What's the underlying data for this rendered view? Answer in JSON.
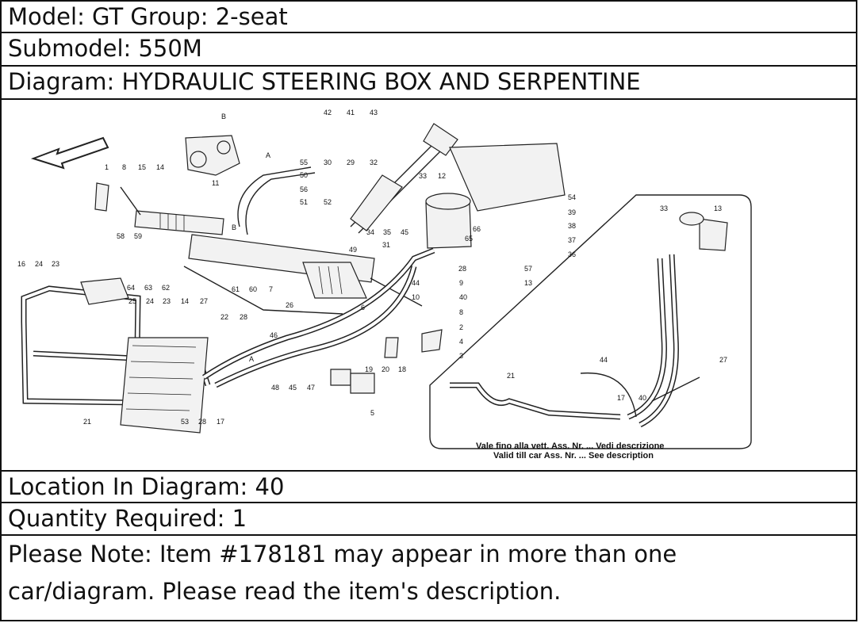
{
  "header": {
    "model": "Model: GT Group: 2-seat",
    "submodel": "Submodel: 550M",
    "diagram": "Diagram: HYDRAULIC STEERING BOX AND SERPENTINE"
  },
  "diagram": {
    "callouts": [
      "1",
      "8",
      "15",
      "14",
      "11",
      "B",
      "A",
      "55",
      "50",
      "56",
      "51",
      "52",
      "30",
      "29",
      "32",
      "33",
      "12",
      "42",
      "41",
      "43",
      "54",
      "39",
      "38",
      "37",
      "36",
      "58",
      "59",
      "64",
      "63",
      "62",
      "61",
      "60",
      "7",
      "49",
      "34",
      "35",
      "45",
      "31",
      "66",
      "65",
      "28",
      "57",
      "13",
      "44",
      "9",
      "10",
      "40",
      "8",
      "2",
      "4",
      "3",
      "16",
      "24",
      "23",
      "25",
      "24",
      "23",
      "14",
      "27",
      "22",
      "28",
      "26",
      "6",
      "46",
      "19",
      "20",
      "18",
      "48",
      "45",
      "47",
      "5",
      "21",
      "53",
      "28",
      "17",
      "A",
      "B",
      "33",
      "13",
      "21",
      "44",
      "17",
      "40",
      "27"
    ],
    "caption_it": "Vale fino alla vett. Ass. Nr. ... Vedi descrizione",
    "caption_en": "Valid till car Ass. Nr. ... See description"
  },
  "details": {
    "location": "Location In Diagram: 40",
    "quantity": "Quantity Required: 1",
    "note_line1": "Please Note: Item #178181 may appear in more than one",
    "note_line2": "car/diagram. Please read the item's description."
  }
}
